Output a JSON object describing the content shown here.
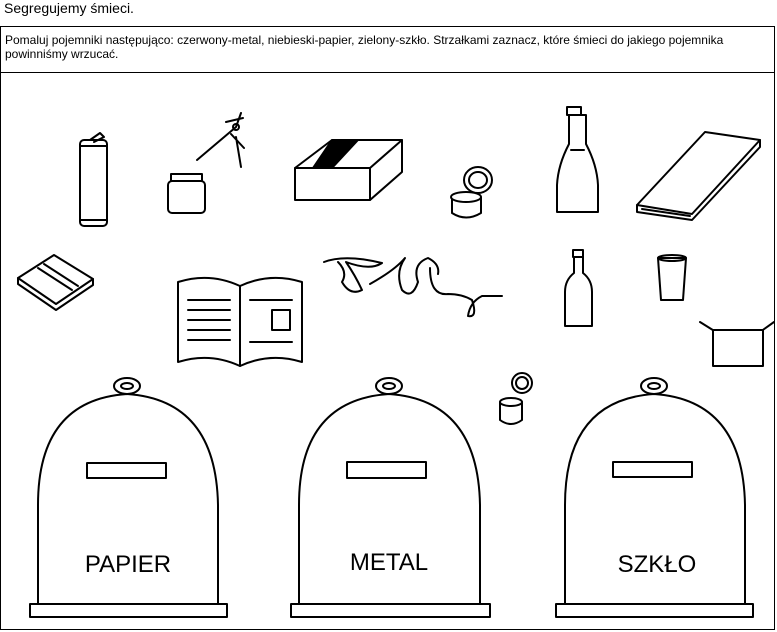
{
  "worksheet": {
    "title": "Segregujemy śmieci.",
    "instruction": "Pomaluj pojemniki następująco: czerwony-metal, niebieski-papier, zielony-szkło. Strzałkami zaznacz, które śmieci do jakiego pojemnika powinniśmy wrzucać."
  },
  "bins": [
    {
      "label": "PAPIER",
      "material": "paper",
      "paint_color": "niebieski"
    },
    {
      "label": "METAL",
      "material": "metal",
      "paint_color": "czerwony"
    },
    {
      "label": "SZKŁO",
      "material": "glass",
      "paint_color": "zielony"
    }
  ],
  "items": [
    "drink-can",
    "nails",
    "jar",
    "cardboard-box",
    "tin-can-open",
    "glass-bottle-tall",
    "book-closed",
    "notebook-small",
    "open-book",
    "crumpled-paper",
    "small-bottle",
    "drinking-glass",
    "cooking-pot",
    "tin-can-small"
  ]
}
